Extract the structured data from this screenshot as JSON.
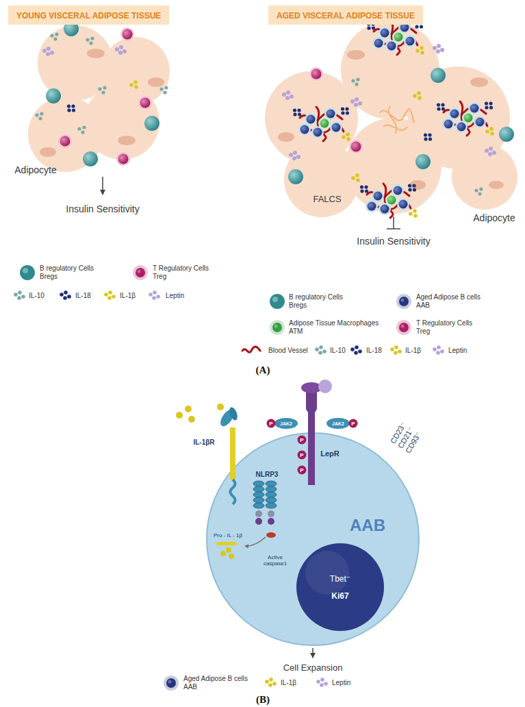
{
  "diagram": {
    "nodes": [
      {
        "text": [
          "YOUNG VISCERAL ADIPOSE TISSUE"
        ]
      },
      {
        "text": [
          "AGED VISCERAL ADIPOSE TISSUE"
        ]
      },
      {
        "text": [
          "AAB"
        ]
      },
      {
        "text": [
          "Tbet⁻",
          "Ki67"
        ],
        "in": 2
      }
    ],
    "labels": [
      "Adipocyte",
      "Insulin Sensitivity",
      "FALCS",
      "Adipocyte",
      "Insulin Sensitivity",
      "(A)",
      "IL-1βR",
      "NLRP3",
      "Pro - IL - 1β",
      "Active caspase1",
      "JAK2",
      "JAK2",
      "P",
      "P",
      "P",
      "P",
      "P",
      "LepR",
      "CD23⁻",
      "CD21⁻",
      "CD93⁻",
      "Cell Expansion",
      "(B)"
    ],
    "legend": [
      {
        "text": "B regulatory Cells Bregs",
        "color": "#2f8a90"
      },
      {
        "text": "T Regulatory Cells Treg",
        "color": "#b01d68"
      },
      {
        "text": "IL-10",
        "color": "#7aa9a6"
      },
      {
        "text": "IL-18",
        "color": "#1d2f7a"
      },
      {
        "text": "IL-1β",
        "color": "#d9c61e"
      },
      {
        "text": "Leptin",
        "color": "#b5a3d8"
      },
      {
        "text": "B regulatory Cells Bregs",
        "color": "#2f8a90"
      },
      {
        "text": "Aged Adipose B cells AAB",
        "color": "#26367e"
      },
      {
        "text": "Adipose Tissue Macrophages ATM",
        "color": "#3a9d45"
      },
      {
        "text": "T Regulatory Cells Treg",
        "color": "#b01d68"
      },
      {
        "text": "Blood Vessel",
        "color": "#a8121c"
      },
      {
        "text": "IL-10",
        "color": "#7aa9a6"
      },
      {
        "text": "IL-18",
        "color": "#1d2f7a"
      },
      {
        "text": "IL-1β",
        "color": "#d9c61e"
      },
      {
        "text": "Leptin",
        "color": "#b5a3d8"
      },
      {
        "text": "Aged Adipose B cells AAB",
        "color": "#26367e"
      },
      {
        "text": "IL-1β",
        "color": "#d9c61e"
      },
      {
        "text": "Leptin",
        "color": "#b5a3d8"
      }
    ]
  }
}
